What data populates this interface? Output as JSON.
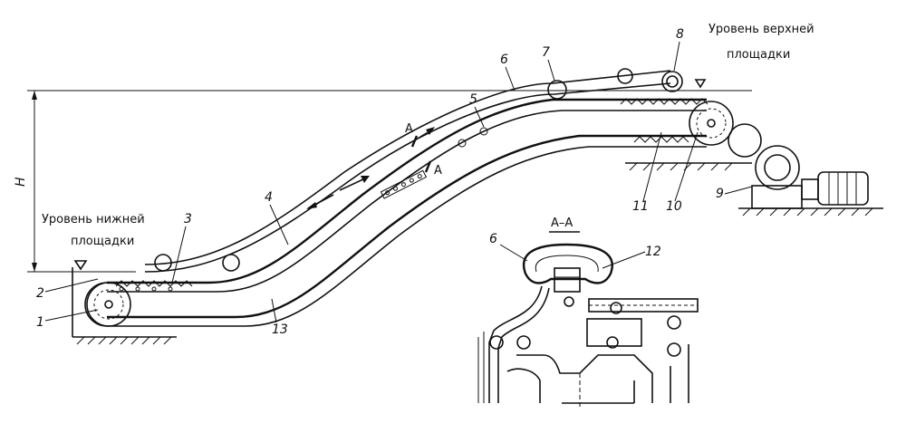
{
  "labels": {
    "upper_level_line1": "Уровень верхней",
    "upper_level_line2": "площадки",
    "lower_level_line1": "Уровень нижней",
    "lower_level_line2": "площадки",
    "height": "H",
    "section_mark": "А",
    "section_title": "А–А"
  },
  "callouts": [
    "1",
    "2",
    "3",
    "4",
    "5",
    "6",
    "7",
    "8",
    "9",
    "10",
    "11",
    "12",
    "13"
  ]
}
